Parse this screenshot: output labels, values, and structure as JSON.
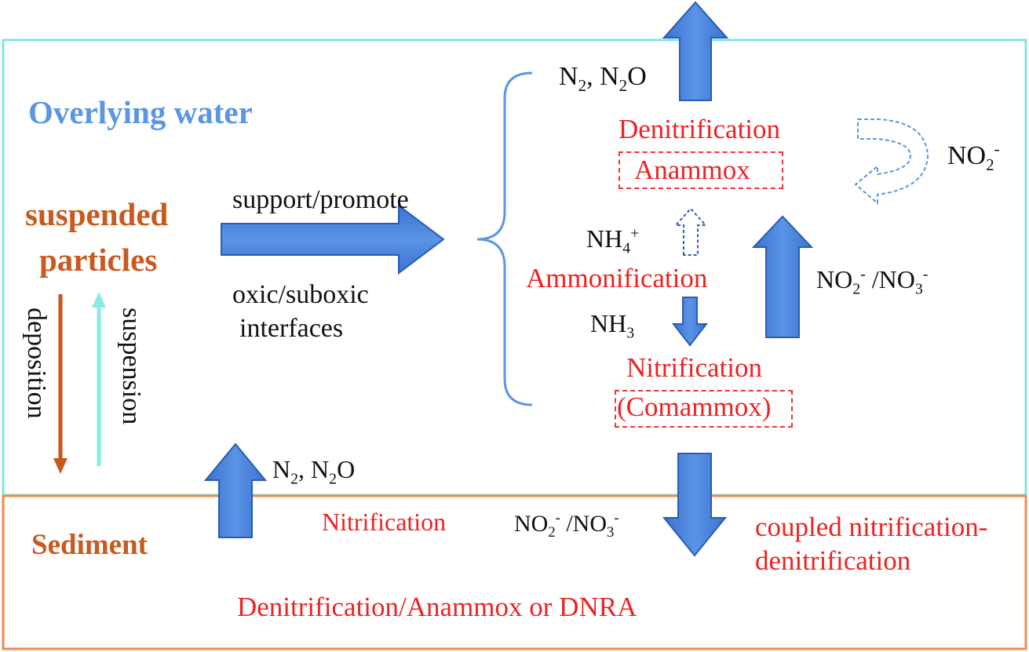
{
  "regions": {
    "overlying_water": "Overlying water",
    "sediment": "Sediment"
  },
  "suspended_particles": {
    "line1": "suspended",
    "line2": "particles"
  },
  "transport": {
    "deposition": "deposition",
    "suspension": "suspension"
  },
  "arrow_labels": {
    "support_promote": "support/promote",
    "oxic_line1": "oxic/suboxic",
    "oxic_line2": "interfaces"
  },
  "processes": {
    "denitrification": "Denitrification",
    "anammox": "Anammox",
    "ammonification": "Ammonification",
    "nitrification": "Nitrification",
    "comammox": "(Comammox)"
  },
  "species": {
    "n2_n2o_top": {
      "a": "N",
      "a_sub": "2",
      "sep": ", N",
      "b_sub": "2",
      "c": "O"
    },
    "no2_right": {
      "a": "NO",
      "a_sub": "2",
      "a_sup": "-"
    },
    "nh4": {
      "a": "NH",
      "a_sub": "4",
      "a_sup": "+"
    },
    "nh3": {
      "a": "NH",
      "a_sub": "3"
    },
    "no2_no3_right": {
      "a": "NO",
      "a_sub": "2",
      "a_sup": "-",
      "mid": " /NO",
      "b_sub": "3",
      "b_sup": "-"
    },
    "n2_n2o_bottom": {
      "a": "N",
      "a_sub": "2",
      "sep": ", N",
      "b_sub": "2",
      "c": "O"
    },
    "no2_no3_sediment": {
      "a": "NO",
      "a_sub": "2",
      "a_sup": "-",
      "mid": " /NO",
      "b_sub": "3",
      "b_sup": "-"
    }
  },
  "sediment_processes": {
    "nitrification": "Nitrification",
    "coupled_line1": "coupled nitrification-",
    "coupled_line2": "denitrification",
    "bottom": "Denitrification/Anammox or DNRA"
  },
  "colors": {
    "water_border": "#7fe6de",
    "sediment_border": "#f08a4b",
    "arrow_fill": "#4f86df",
    "arrow_stroke": "#2a5cb4",
    "process_text": "#ee2222",
    "particles_text": "#c85a1e",
    "water_title": "#5b97e0",
    "suspension_arrow": "#86ece4",
    "deposition_arrow": "#c8561a"
  }
}
